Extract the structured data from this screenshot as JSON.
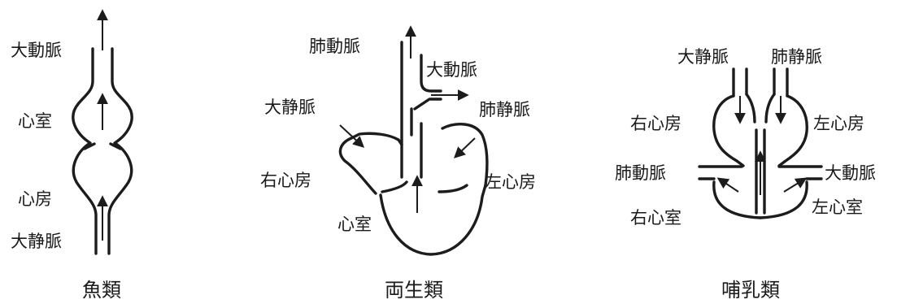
{
  "fish": {
    "caption": "魚類",
    "labels": {
      "aorta": "大動脈",
      "ventricle": "心室",
      "atrium": "心房",
      "vena_cava": "大静脈"
    }
  },
  "amphibian": {
    "caption": "両生類",
    "labels": {
      "pulmonary_artery": "肺動脈",
      "aorta": "大動脈",
      "vena_cava": "大静脈",
      "pulmonary_vein": "肺静脈",
      "right_atrium": "右心房",
      "left_atrium": "左心房",
      "ventricle": "心室"
    }
  },
  "mammal": {
    "caption": "哺乳類",
    "labels": {
      "vena_cava": "大静脈",
      "pulmonary_vein": "肺静脈",
      "right_atrium": "右心房",
      "left_atrium": "左心房",
      "pulmonary_artery": "肺動脈",
      "aorta": "大動脈",
      "right_ventricle": "右心室",
      "left_ventricle": "左心室"
    }
  }
}
